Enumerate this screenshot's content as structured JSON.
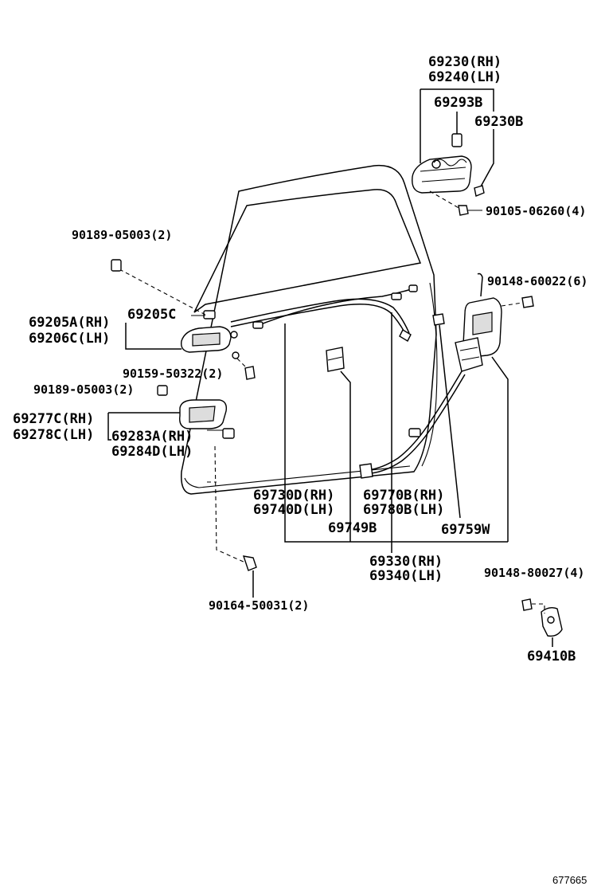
{
  "diagram": {
    "labels": {
      "p69230_rh": "69230(RH)",
      "p69240_lh": "69240(LH)",
      "p69293b": "69293B",
      "p69230b": "69230B",
      "p90105": "90105-06260(4)",
      "p90189_a": "90189-05003(2)",
      "p90148_60022": "90148-60022(6)",
      "p69205a_rh": "69205A(RH)",
      "p69205c": "69205C",
      "p69206c_lh": "69206C(LH)",
      "p90159": "90159-50322(2)",
      "p90189_b": "90189-05003(2)",
      "p69277c_rh": "69277C(RH)",
      "p69278c_lh": "69278C(LH)",
      "p69283a_rh": "69283A(RH)",
      "p69284d_lh": "69284D(LH)",
      "p69730d_rh": "69730D(RH)",
      "p69740d_lh": "69740D(LH)",
      "p69770b_rh": "69770B(RH)",
      "p69780b_lh": "69780B(LH)",
      "p69749b": "69749B",
      "p69759w": "69759W",
      "p69330_rh": "69330(RH)",
      "p69340_lh": "69340(LH)",
      "p90148_80027": "90148-80027(4)",
      "p90164": "90164-50031(2)",
      "p69410b": "69410B"
    },
    "figure_number": "677665"
  }
}
